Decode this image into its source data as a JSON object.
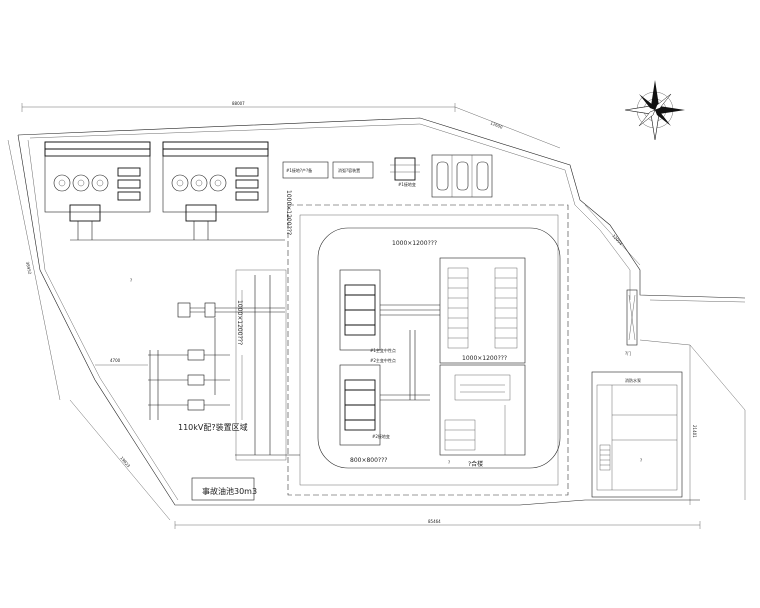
{
  "labels": {
    "dim_top": "88007",
    "dim_top_right": "12600",
    "dim_right_slant": "12004",
    "dim_left": "38952",
    "dim_left_lower": "19823",
    "dim_bottom": "85464",
    "dim_right": "21401",
    "dim_mid": "4700",
    "bus_top": "1000×1200???",
    "bus_vertical_left": "1000×1200???",
    "bus_vertical_mid": "1000×1200???",
    "bus_right": "1000×1200???",
    "bus_bottom": "800×800???",
    "switchyard": "110kV配?装置区域",
    "accident_pool": "事故油池30m3",
    "fire_pump": "消防水泵",
    "road_label": "?合楼",
    "transformer_note_1": "#1主变中性点",
    "transformer_note_2": "#2主变中性点",
    "small_note_1": "#1接地变",
    "small_note_2": "#2接地变",
    "garage_1": "#1接地?产?备",
    "garage_2": "消弧?容装置",
    "gate_label": "?门",
    "building_note": "?",
    "tank_note": "?",
    "bus_label_yard": "?"
  },
  "icons": {
    "compass": "compass-rose-icon",
    "car": "car-icon",
    "fan": "fan-icon"
  }
}
